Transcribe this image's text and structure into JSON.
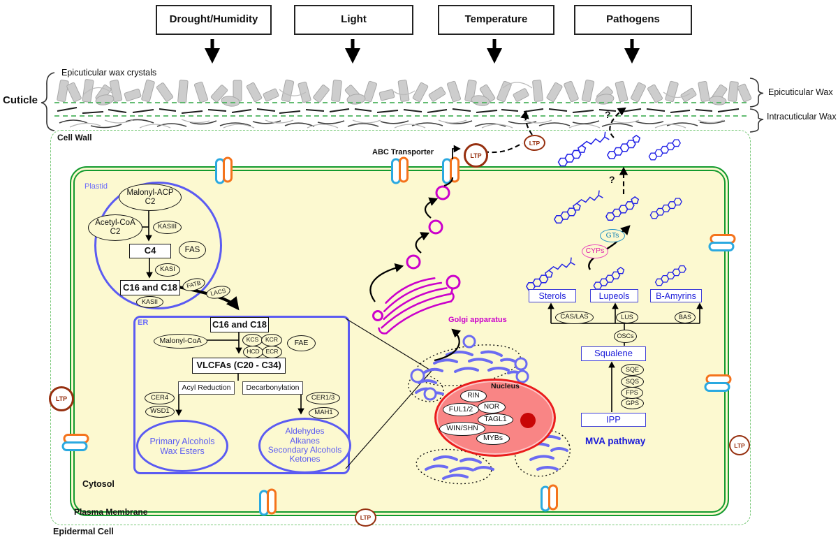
{
  "colors": {
    "cell_fill": "#fcf9d0",
    "membrane_green": "#129a2e",
    "cell_wall_green": "#77c877",
    "organelle_blue": "#5b5bf2",
    "pathway_blue": "#1a1ad9",
    "molecule_blue": "#2323e6",
    "golgi_magenta": "#cc00cc",
    "nucleus_red": "#ea1c1c",
    "nucleolus_red": "#c80707",
    "ltp_brown": "#962f0f",
    "protein_orange": "#f4731c",
    "protein_cyan": "#2aa9e0"
  },
  "factors": {
    "items": [
      {
        "label": "Drought/Humidity"
      },
      {
        "label": "Light"
      },
      {
        "label": "Temperature"
      },
      {
        "label": "Pathogens"
      }
    ]
  },
  "cuticle": {
    "title": "Cuticle",
    "crystals_label": "Epicuticular wax crystals",
    "epicuticular_label": "Epicuticular Wax",
    "intracuticular_label": "Intracuticular Wax",
    "cell_wall_label": "Cell Wall",
    "epidermal_cell_label": "Epidermal Cell"
  },
  "cell": {
    "cytosol_label": "Cytosol",
    "plasma_membrane_label": "Plasma Membrane",
    "abc_transporter_label": "ABC Transporter",
    "ltp_label": "LTP",
    "question_mark": "?"
  },
  "plastid": {
    "title": "Plastid",
    "malonyl_acp": "Malonyl-ACP\nC2",
    "acetyl_coa": "Acetyl-CoA\nC2",
    "kasiii": "KASIII",
    "c4": "C4",
    "fas": "FAS",
    "kasi": "KASI",
    "c16_c18": "C16 and C18",
    "kasii": "KASII",
    "fatb": "FATB",
    "lacs": "LACS"
  },
  "er": {
    "title": "ER",
    "c16_c18": "C16 and C18",
    "malonyl_coa": "Malonyl-CoA",
    "kcs": "KCS",
    "kcr": "KCR",
    "hcd": "HCD",
    "ecr": "ECR",
    "fae": "FAE",
    "vlcfas": "VLCFAs (C20 - C34)",
    "acyl_reduction": "Acyl Reduction",
    "decarbonylation": "Decarbonylation",
    "cer4": "CER4",
    "wsd1": "WSD1",
    "cer1_3": "CER1/3",
    "mah1": "MAH1",
    "products_left": "Primary Alcohols\nWax Esters",
    "products_right": "Aldehydes\nAlkanes\nSecondary Alcohols\nKetones"
  },
  "golgi": {
    "label": "Golgi apparatus"
  },
  "nucleus": {
    "title": "Nucleus",
    "rin": "RIN",
    "nor": "NOR",
    "ful1_2": "FUL1/2",
    "tagl1": "TAGL1",
    "win_shn": "WIN/SHN",
    "mybs": "MYBs"
  },
  "mva": {
    "pathway_label": "MVA pathway",
    "ipp": "IPP",
    "gps": "GPS",
    "fps": "FPS",
    "sqs": "SQS",
    "sqe": "SQE",
    "squalene": "Squalene",
    "oscs": "OSCs",
    "cas_las": "CAS/LAS",
    "lus": "LUS",
    "bas": "BAS",
    "sterols": "Sterols",
    "lupeols": "Lupeols",
    "b_amyrins": "B-Amyrins",
    "cyps": "CYPs",
    "gts": "GTs"
  }
}
